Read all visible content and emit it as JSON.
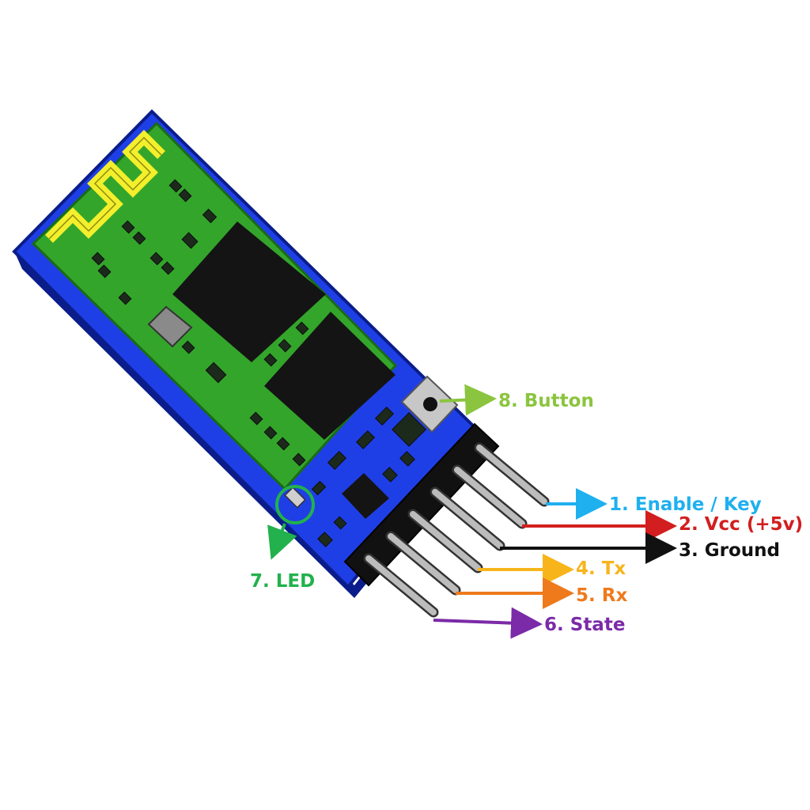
{
  "colors": {
    "board_blue": "#1f3fe6",
    "board_edge": "#0a1d8a",
    "pcb_green": "#33a52b",
    "antenna_yellow": "#f4ef2c",
    "chip_black": "#141414",
    "pin_gray": "#bcbcbc",
    "enable": "#1fb0ef",
    "vcc": "#d21e1e",
    "ground": "#111111",
    "tx": "#f7b51b",
    "rx": "#ee7a1c",
    "state": "#7b2aa8",
    "led": "#22b14c",
    "button": "#8bc53f"
  },
  "labels": {
    "enable": "1. Enable / Key",
    "vcc": "2. Vcc (+5v)",
    "ground": "3. Ground",
    "tx": "4. Tx",
    "rx": "5. Rx",
    "state": "6. State",
    "led": "7. LED",
    "button": "8. Button"
  }
}
